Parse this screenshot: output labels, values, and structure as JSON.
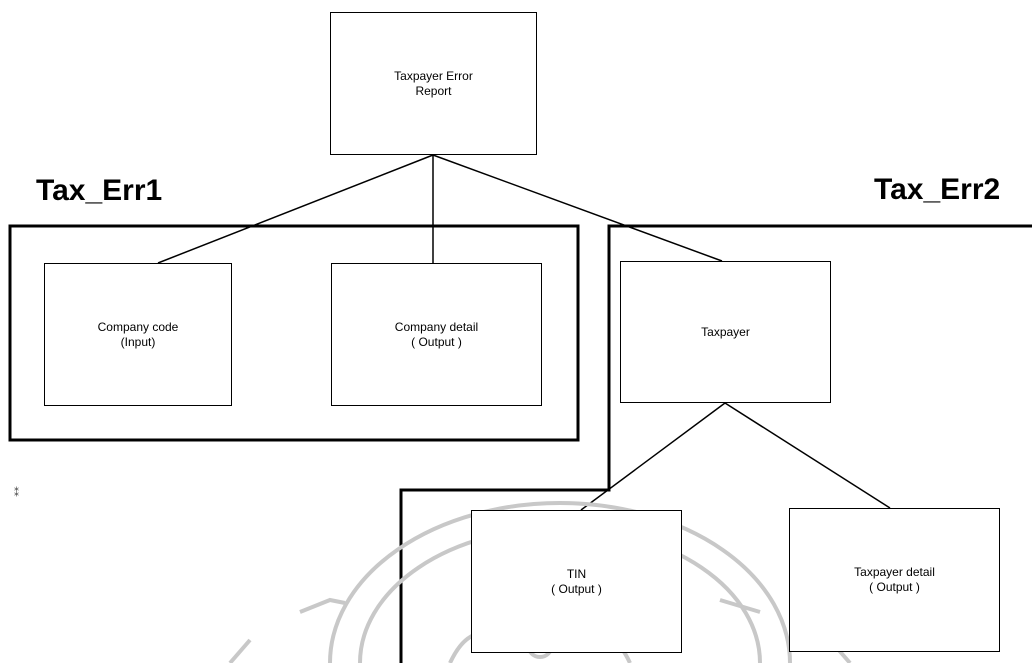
{
  "diagram": {
    "root": {
      "label_line1": "Taxpayer Error",
      "label_line2": "Report"
    },
    "groups": {
      "tax_err1": {
        "label": "Tax_Err1"
      },
      "tax_err2": {
        "label": "Tax_Err2"
      }
    },
    "nodes": {
      "company_code": {
        "line1": "Company code",
        "line2": "(Input)"
      },
      "company_detail": {
        "line1": "Company detail",
        "line2": "( Output )"
      },
      "taxpayer": {
        "line1": "Taxpayer"
      },
      "tin": {
        "line1": "TIN",
        "line2": "( Output )"
      },
      "taxpayer_detail": {
        "line1": "Taxpayer detail",
        "line2": "( Output )"
      }
    },
    "colors": {
      "line": "#000000",
      "watermark": "#c8c8c8"
    }
  }
}
